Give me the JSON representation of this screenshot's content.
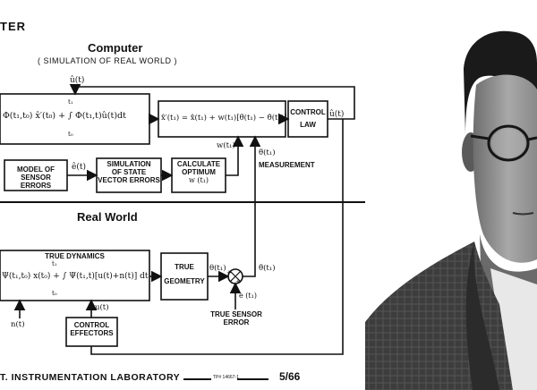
{
  "header": {
    "title_fragment": "TER",
    "computer_title": "Computer",
    "computer_subtitle": "( SIMULATION OF REAL WORLD )",
    "real_world_title": "Real World"
  },
  "computer_section": {
    "feedback_label": "û(t)",
    "integral_block": "Φ(t₁,t₀) x̂′(t₀) + ∫ Φ(t₁,t)û(t)dt",
    "integral_lower": "t₀",
    "integral_upper": "t₁",
    "update_block": "x̂′(t₁) = x̂(t₁) + w(t₁)[θ̃(t₁) − θ̂(t₁)]",
    "control_law": [
      "CONTROL",
      "LAW"
    ],
    "control_output": "û(t)",
    "model_sensor_errors": [
      "MODEL OF",
      "SENSOR ERRORS"
    ],
    "sensor_error_signal": "ê(t)",
    "simulation_state_errors": [
      "SIMULATION",
      "OF STATE",
      "VECTOR ERRORS"
    ],
    "calculate_optimum": [
      "CALCULATE",
      "OPTIMUM",
      "w (t₁)"
    ],
    "w_signal": "w(t₁)",
    "measurement_signal": "θ̃(t₁)",
    "measurement_label": "MEASUREMENT"
  },
  "real_world_section": {
    "true_dynamics_title": "TRUE DYNAMICS",
    "true_dynamics_eq": "Ψ(t₁,t₀) x(t₀) + ∫ Ψ(t₁,t)[u(t)+n(t)] dt",
    "integral_lower": "t₀",
    "integral_upper": "t₁",
    "true_geometry": [
      "TRUE",
      "GEOMETRY"
    ],
    "theta_signal": "θ(t₁)",
    "theta_tilde": "θ̃(t₁)",
    "e_signal": "e (t₁)",
    "true_sensor_error": [
      "TRUE SENSOR",
      "ERROR"
    ],
    "noise_signal": "n(t)",
    "u_signal": "u(t)",
    "control_effectors": [
      "CONTROL",
      "EFFECTORS"
    ],
    "summing_plus_left": "+",
    "summing_plus_bottom": "+"
  },
  "footer": {
    "lab_text": "T. INSTRUMENTATION LABORATORY",
    "doc_code": "TP# 14667-1",
    "date": "5/66"
  },
  "photo": {
    "description_colors": {
      "background": "#ffffff",
      "suit": "#3a3a3a",
      "skin": "#8a8a8a"
    }
  }
}
